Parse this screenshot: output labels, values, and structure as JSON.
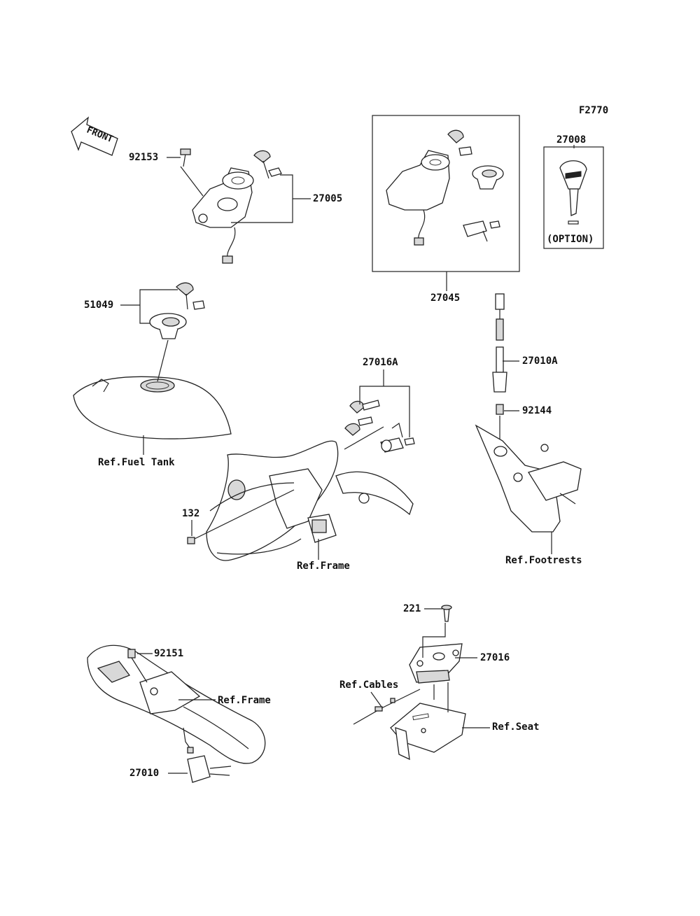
{
  "figure_code": "F2770",
  "front_label": "FRONT",
  "callouts": {
    "p92153": "92153",
    "p27005": "27005",
    "p51049": "51049",
    "p27045": "27045",
    "p27008": "27008",
    "option": "(OPTION)",
    "p27016A": "27016A",
    "p27010A": "27010A",
    "p92144": "92144",
    "p132": "132",
    "p221": "221",
    "p27016": "27016",
    "p92151": "92151",
    "p27010": "27010"
  },
  "references": {
    "fuel_tank": "Ref.Fuel Tank",
    "frame_center": "Ref.Frame",
    "footrests": "Ref.Footrests",
    "frame_lower": "Ref.Frame",
    "cables": "Ref.Cables",
    "seat": "Ref.Seat"
  }
}
